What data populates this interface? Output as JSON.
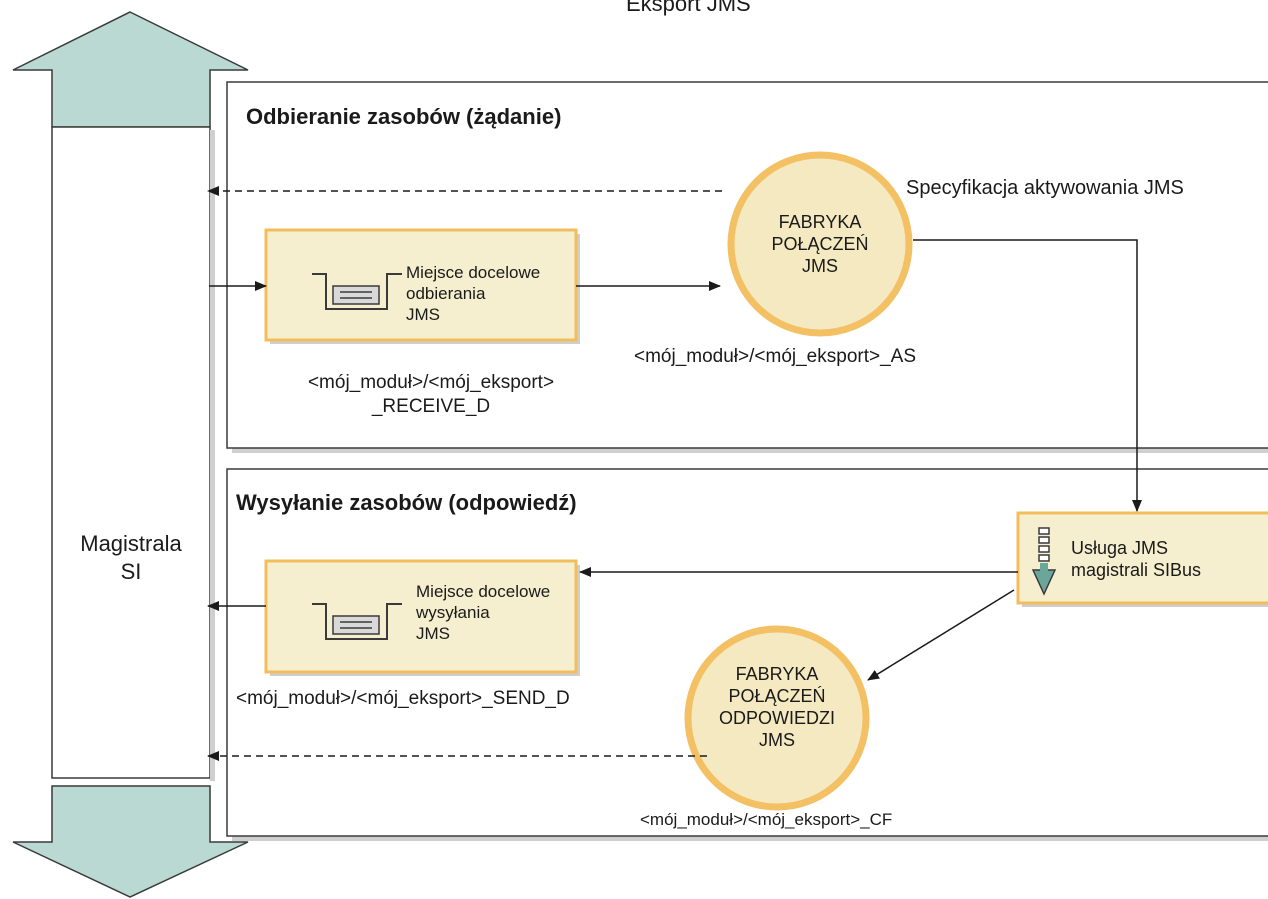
{
  "title": "Eksport JMS",
  "bus": {
    "label_line1": "Magistrala",
    "label_line2": "SI"
  },
  "request_section": {
    "title": "Odbieranie zasobów (żądanie)",
    "activation_spec_label": "Specyfikacja aktywowania JMS",
    "receive_destination": {
      "line1": "Miejsce docelowe",
      "line2": "odbierania",
      "line3": "JMS",
      "name_line1": "<mój_moduł>/<mój_eksport>",
      "name_line2": "_RECEIVE_D"
    },
    "connection_factory": {
      "line1": "FABRYKA",
      "line2": "POŁĄCZEŃ",
      "line3": "JMS",
      "name": "<mój_moduł>/<mój_eksport>_AS"
    }
  },
  "response_section": {
    "title": "Wysyłanie zasobów (odpowiedź)",
    "send_destination": {
      "line1": "Miejsce docelowe",
      "line2": "wysyłania",
      "line3": "JMS",
      "name": "<mój_moduł>/<mój_eksport>_SEND_D"
    },
    "response_factory": {
      "line1": "FABRYKA",
      "line2": "POŁĄCZEŃ",
      "line3": "ODPOWIEDZI",
      "line4": "JMS",
      "name": "<mój_moduł>/<mój_eksport>_CF"
    }
  },
  "sibus_service": {
    "line1": "Usługa JMS",
    "line2": "magistrali SIBus"
  },
  "colors": {
    "bus_arrow_fill": "#b9d9d2",
    "box_fill": "#f5efcf",
    "box_border": "#f2be5c",
    "circle_fill": "#f4e9c1",
    "circle_border": "#f4c064",
    "frame_shadow": "#c8c8c8",
    "sibus_arrow": "#6aa79a"
  }
}
